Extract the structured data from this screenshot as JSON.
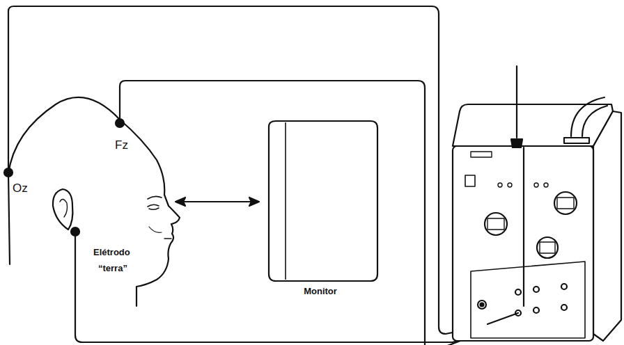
{
  "diagram": {
    "nodes": [
      {
        "text": [
          "Monitor"
        ]
      }
    ],
    "labels": [
      "Fz",
      "Oz",
      "Elétrodo",
      "“terra”"
    ]
  }
}
